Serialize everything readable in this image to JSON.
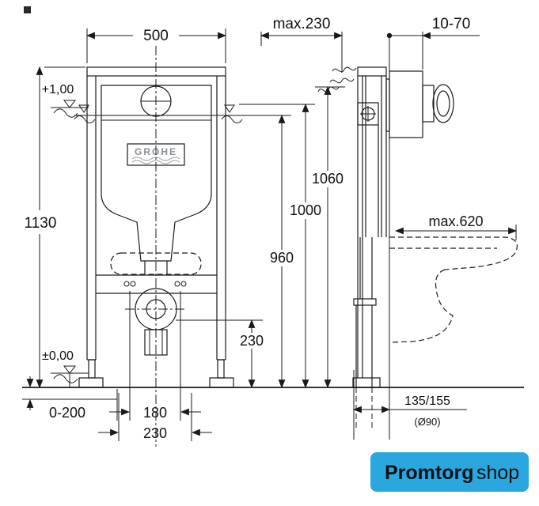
{
  "drawing": {
    "brand_label": "GROHE",
    "front_view": {
      "width": "500",
      "total_height": "1130",
      "upper_level_mark": "+1,00",
      "zero_level_mark": "±0,00",
      "leg_adjustment_range": "0-200",
      "fixing_hole_spacing": "180",
      "fixing_bolt_spacing": "230"
    },
    "heights": {
      "outlet_center_height": "230",
      "h960": "960",
      "h1000": "1000",
      "h1060": "1060"
    },
    "side_view": {
      "frame_depth_max": "max.230",
      "wall_thickness_range": "10-70",
      "bowl_projection_max": "max.620",
      "outlet_offset": "135/155",
      "outlet_pipe_diameter": "(Ø90)"
    }
  },
  "watermark": {
    "primary": "Promtorg",
    "secondary": "shop",
    "bg_color": "#2ba7e0",
    "text_color": "#ffffff"
  },
  "colors": {
    "line": "#1a1a1a",
    "background": "#ffffff",
    "grohe_logo_gray": "#8a9096"
  }
}
